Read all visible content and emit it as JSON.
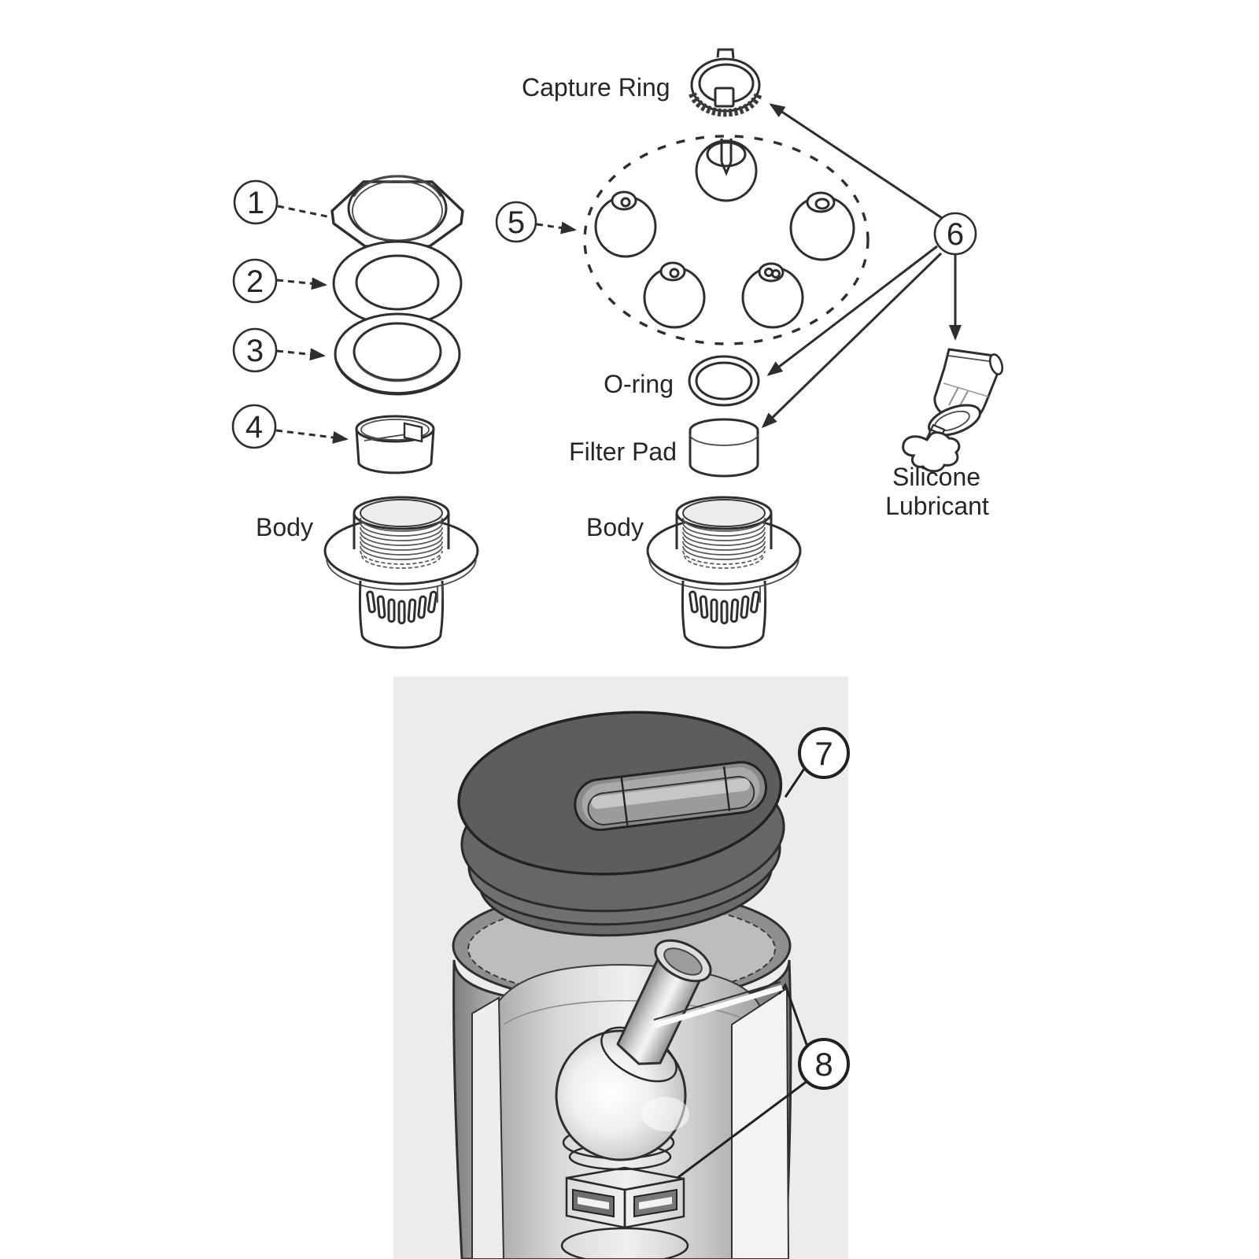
{
  "figure_type": "exploded-parts-diagram",
  "callouts": [
    {
      "number": "1"
    },
    {
      "number": "2"
    },
    {
      "number": "3"
    },
    {
      "number": "4"
    },
    {
      "number": "5"
    },
    {
      "number": "6"
    },
    {
      "number": "7"
    },
    {
      "number": "8"
    }
  ],
  "labels": {
    "capture_ring": "Capture Ring",
    "body_left": "Body",
    "o_ring": "O-ring",
    "filter_pad": "Filter Pad",
    "body_middle": "Body",
    "silicone_line1": "Silicone",
    "silicone_line2": "Lubricant"
  },
  "colors": {
    "ink": "#2e2e2e",
    "background": "#ffffff",
    "render_panel": "#ececec",
    "cap_top": "#5d5d5d",
    "cap_side": "#6a6a6a",
    "slot_wall": "#8a8a8a",
    "slot_floor": "#9b9b9b",
    "vessel_mid": "#e9e9e9",
    "vessel_edge": "#7f7f7f"
  }
}
